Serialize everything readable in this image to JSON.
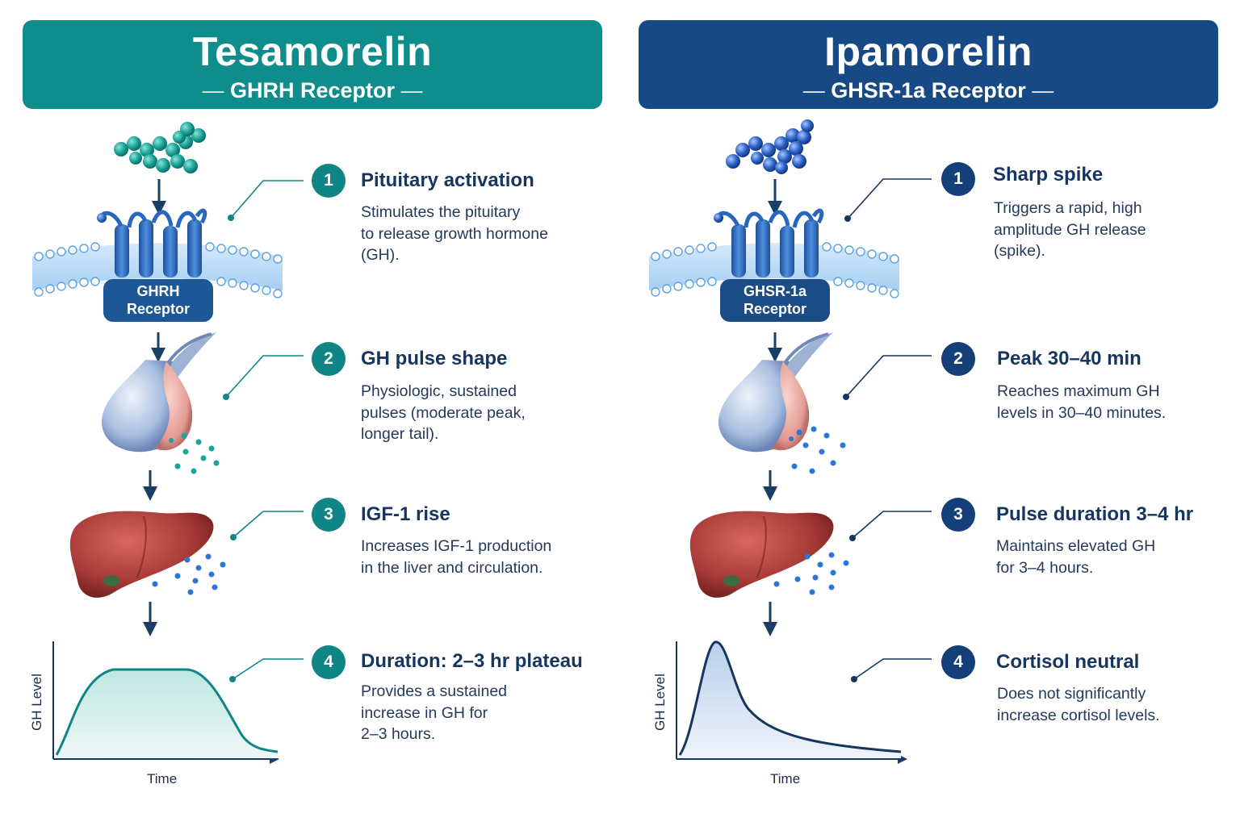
{
  "left": {
    "title": "Tesamorelin",
    "subtitle": "GHRH Receptor",
    "receptor_label_line1": "GHRH",
    "receptor_label_line2": "Receptor",
    "accent": "#0e8d8c",
    "steps": [
      {
        "num": "1",
        "title": "Pituitary activation",
        "lines": [
          "Stimulates the pituitary",
          "to release growth hormone",
          "(GH)."
        ]
      },
      {
        "num": "2",
        "title": "GH pulse shape",
        "lines": [
          "Physiologic, sustained",
          "pulses (moderate peak,",
          "longer tail)."
        ]
      },
      {
        "num": "3",
        "title": "IGF-1 rise",
        "lines": [
          "Increases IGF-1 production",
          "in the liver and circulation."
        ]
      },
      {
        "num": "4",
        "title": "Duration: 2–3 hr plateau",
        "lines": [
          "Provides a sustained",
          "increase in GH for",
          "2–3 hours."
        ]
      }
    ],
    "chart_data": {
      "type": "area",
      "ylabel": "GH Level",
      "xlabel": "Time",
      "shape": "plateau"
    }
  },
  "right": {
    "title": "Ipamorelin",
    "subtitle": "GHSR-1a Receptor",
    "receptor_label_line1": "GHSR-1a",
    "receptor_label_line2": "Receptor",
    "accent": "#174a85",
    "steps": [
      {
        "num": "1",
        "title": "Sharp spike",
        "lines": [
          "Triggers a rapid, high",
          "amplitude GH release",
          "(spike)."
        ]
      },
      {
        "num": "2",
        "title": "Peak 30–40 min",
        "lines": [
          "Reaches maximum GH",
          "levels in 30–40 minutes."
        ]
      },
      {
        "num": "3",
        "title": "Pulse duration 3–4 hr",
        "lines": [
          "Maintains elevated GH",
          "for 3–4 hours."
        ]
      },
      {
        "num": "4",
        "title": "Cortisol neutral",
        "lines": [
          "Does not significantly",
          "increase cortisol levels."
        ]
      }
    ],
    "chart_data": {
      "type": "area",
      "ylabel": "GH Level",
      "xlabel": "Time",
      "shape": "spike"
    }
  }
}
